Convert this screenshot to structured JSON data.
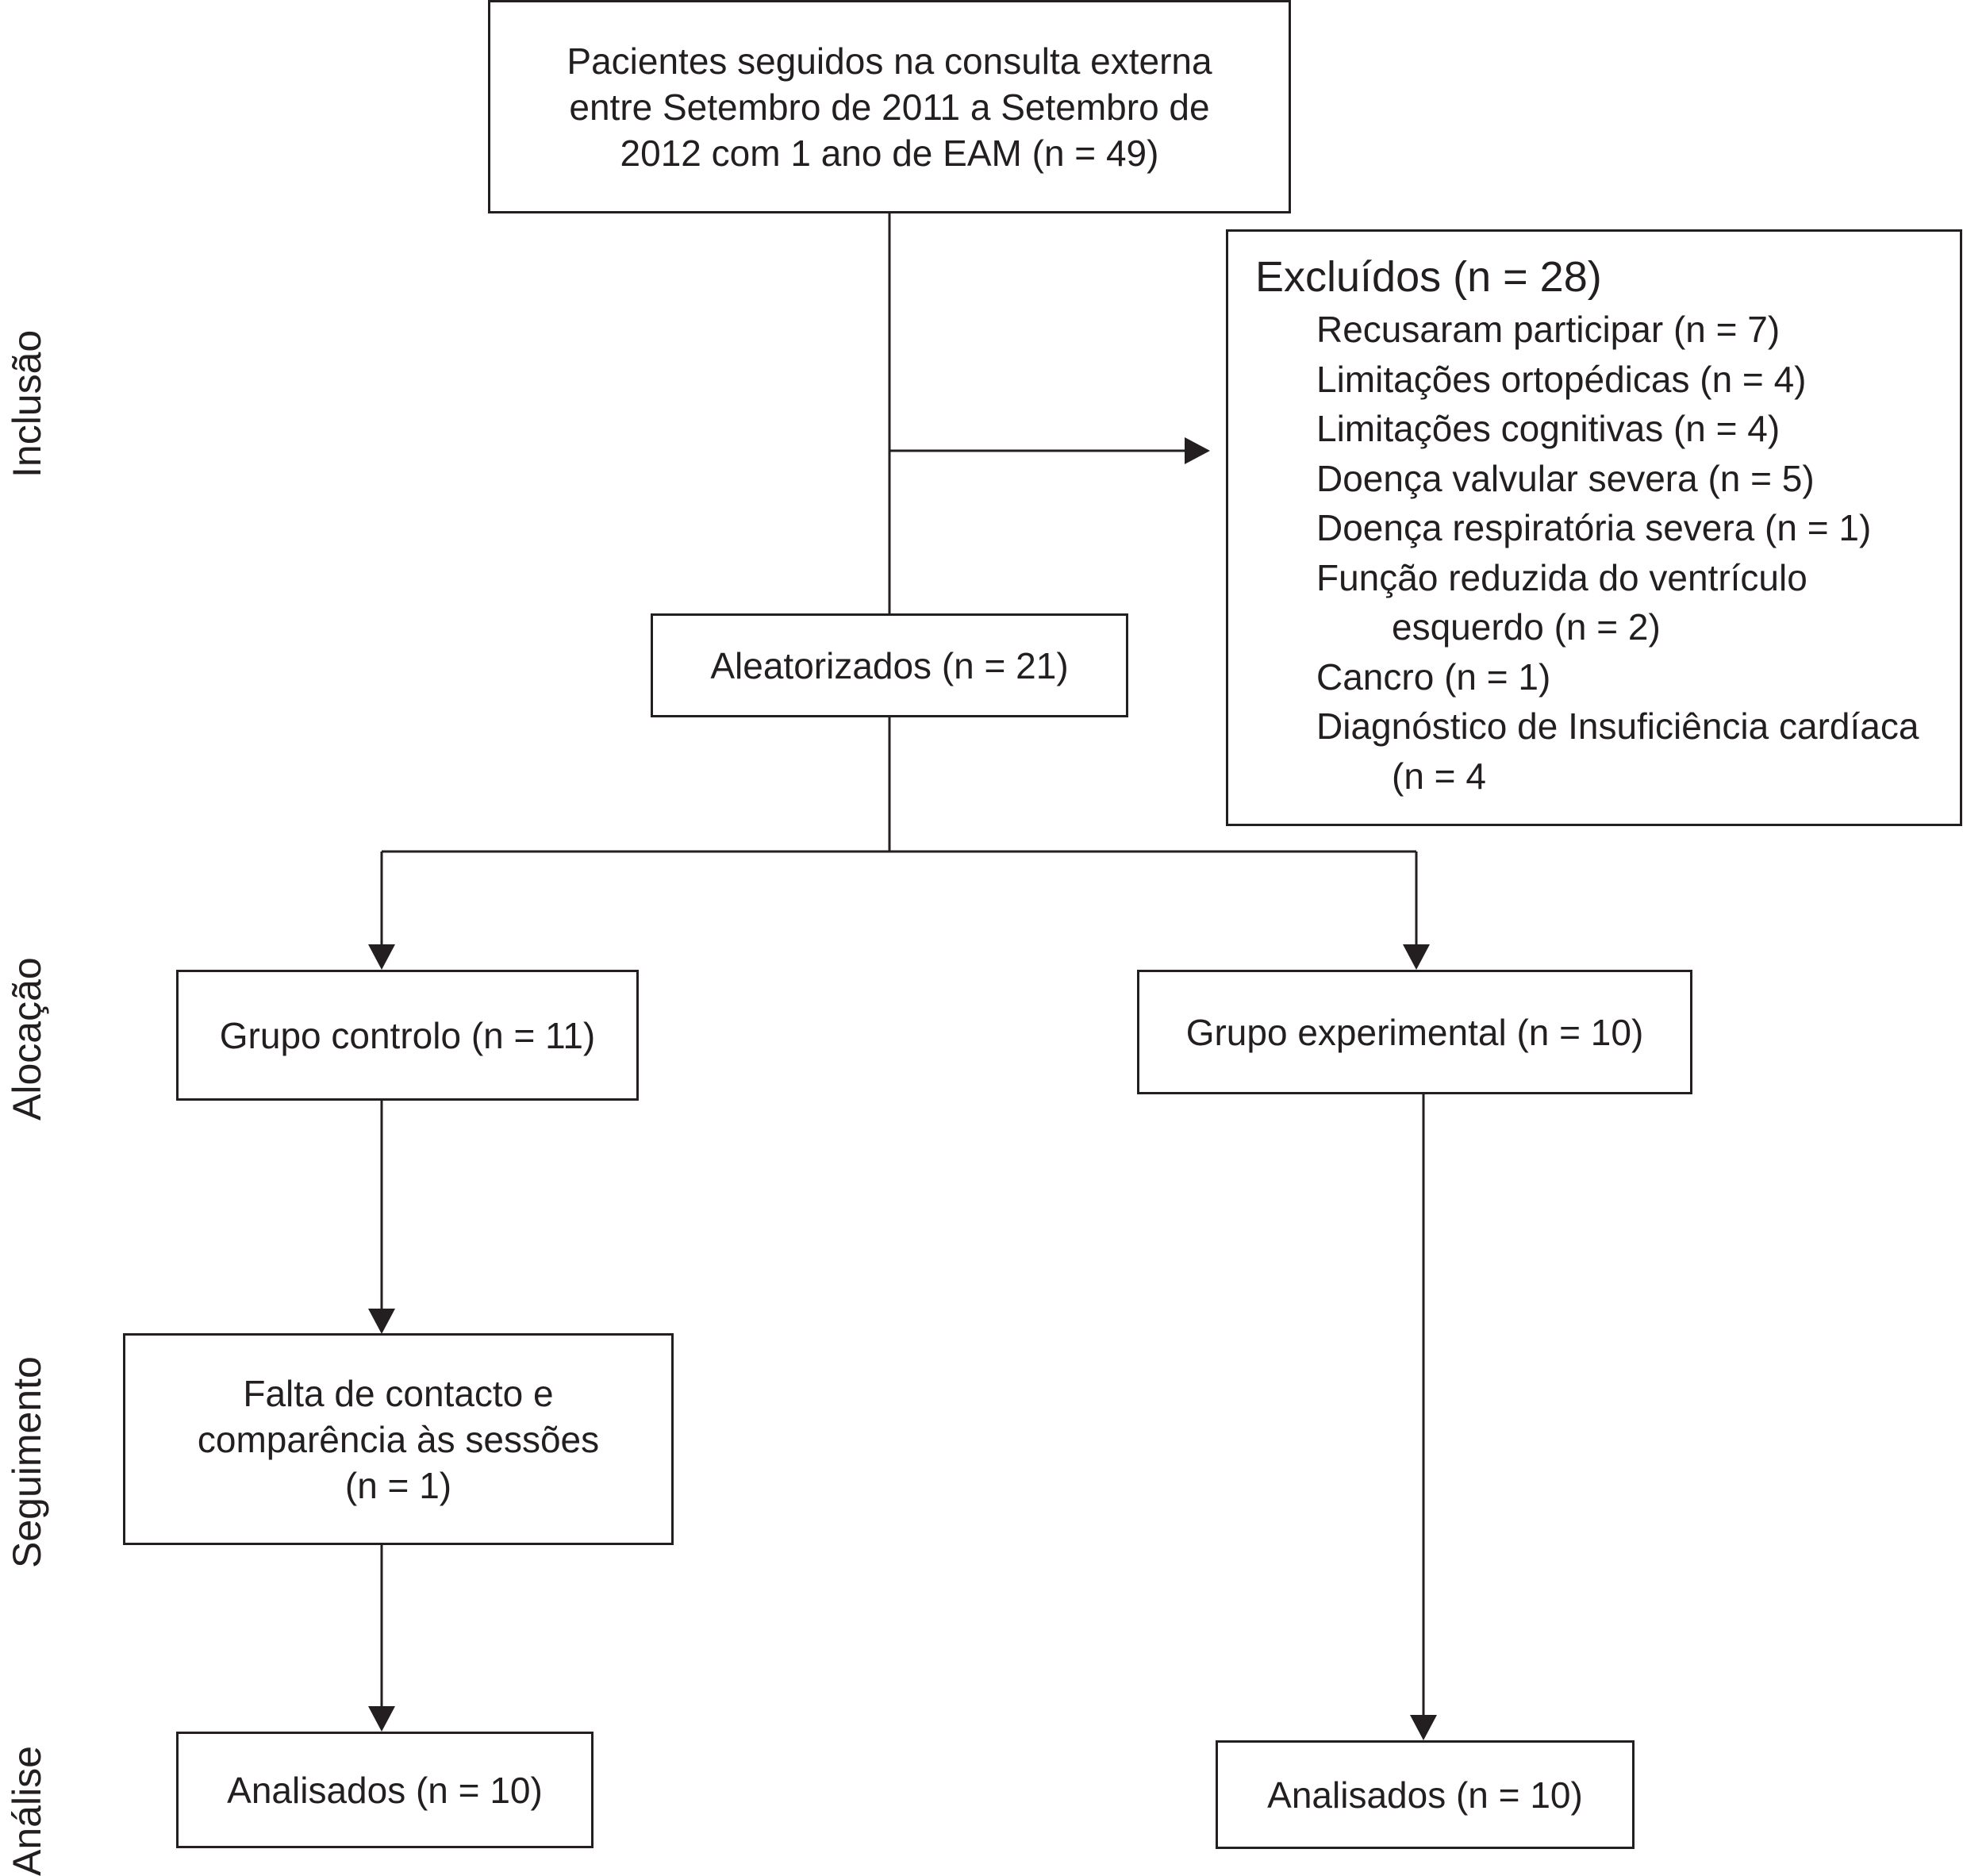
{
  "stages": {
    "inclusion": "Inclusão",
    "allocation": "Alocação",
    "followup": "Seguimento",
    "analysis": "Análise"
  },
  "boxes": {
    "patients": "Pacientes seguidos na consulta externa\nentre Setembro de 2011 a Setembro de\n2012 com 1 ano de EAM (n = 49)",
    "randomized": "Aleatorizados (n = 21)",
    "control_group": "Grupo controlo (n = 11)",
    "experimental_group": "Grupo experimental (n = 10)",
    "lost_followup": "Falta de contacto e\ncomparência às sessões\n(n = 1)",
    "analyzed_control": "Analisados (n = 10)",
    "analyzed_experimental": "Analisados (n = 10)"
  },
  "excluded": {
    "title": "Excluídos (n = 28)",
    "reasons": [
      "Recusaram participar (n = 7)",
      "Limitações ortopédicas (n = 4)",
      "Limitações cognitivas (n = 4)",
      "Doença valvular severa (n = 5)",
      "Doença respiratória severa (n = 1)",
      "Função reduzida do ventrículo",
      "esquerdo (n = 2)",
      "Cancro (n = 1)",
      "Diagnóstico de Insuficiência cardíaca",
      "(n = 4"
    ]
  }
}
